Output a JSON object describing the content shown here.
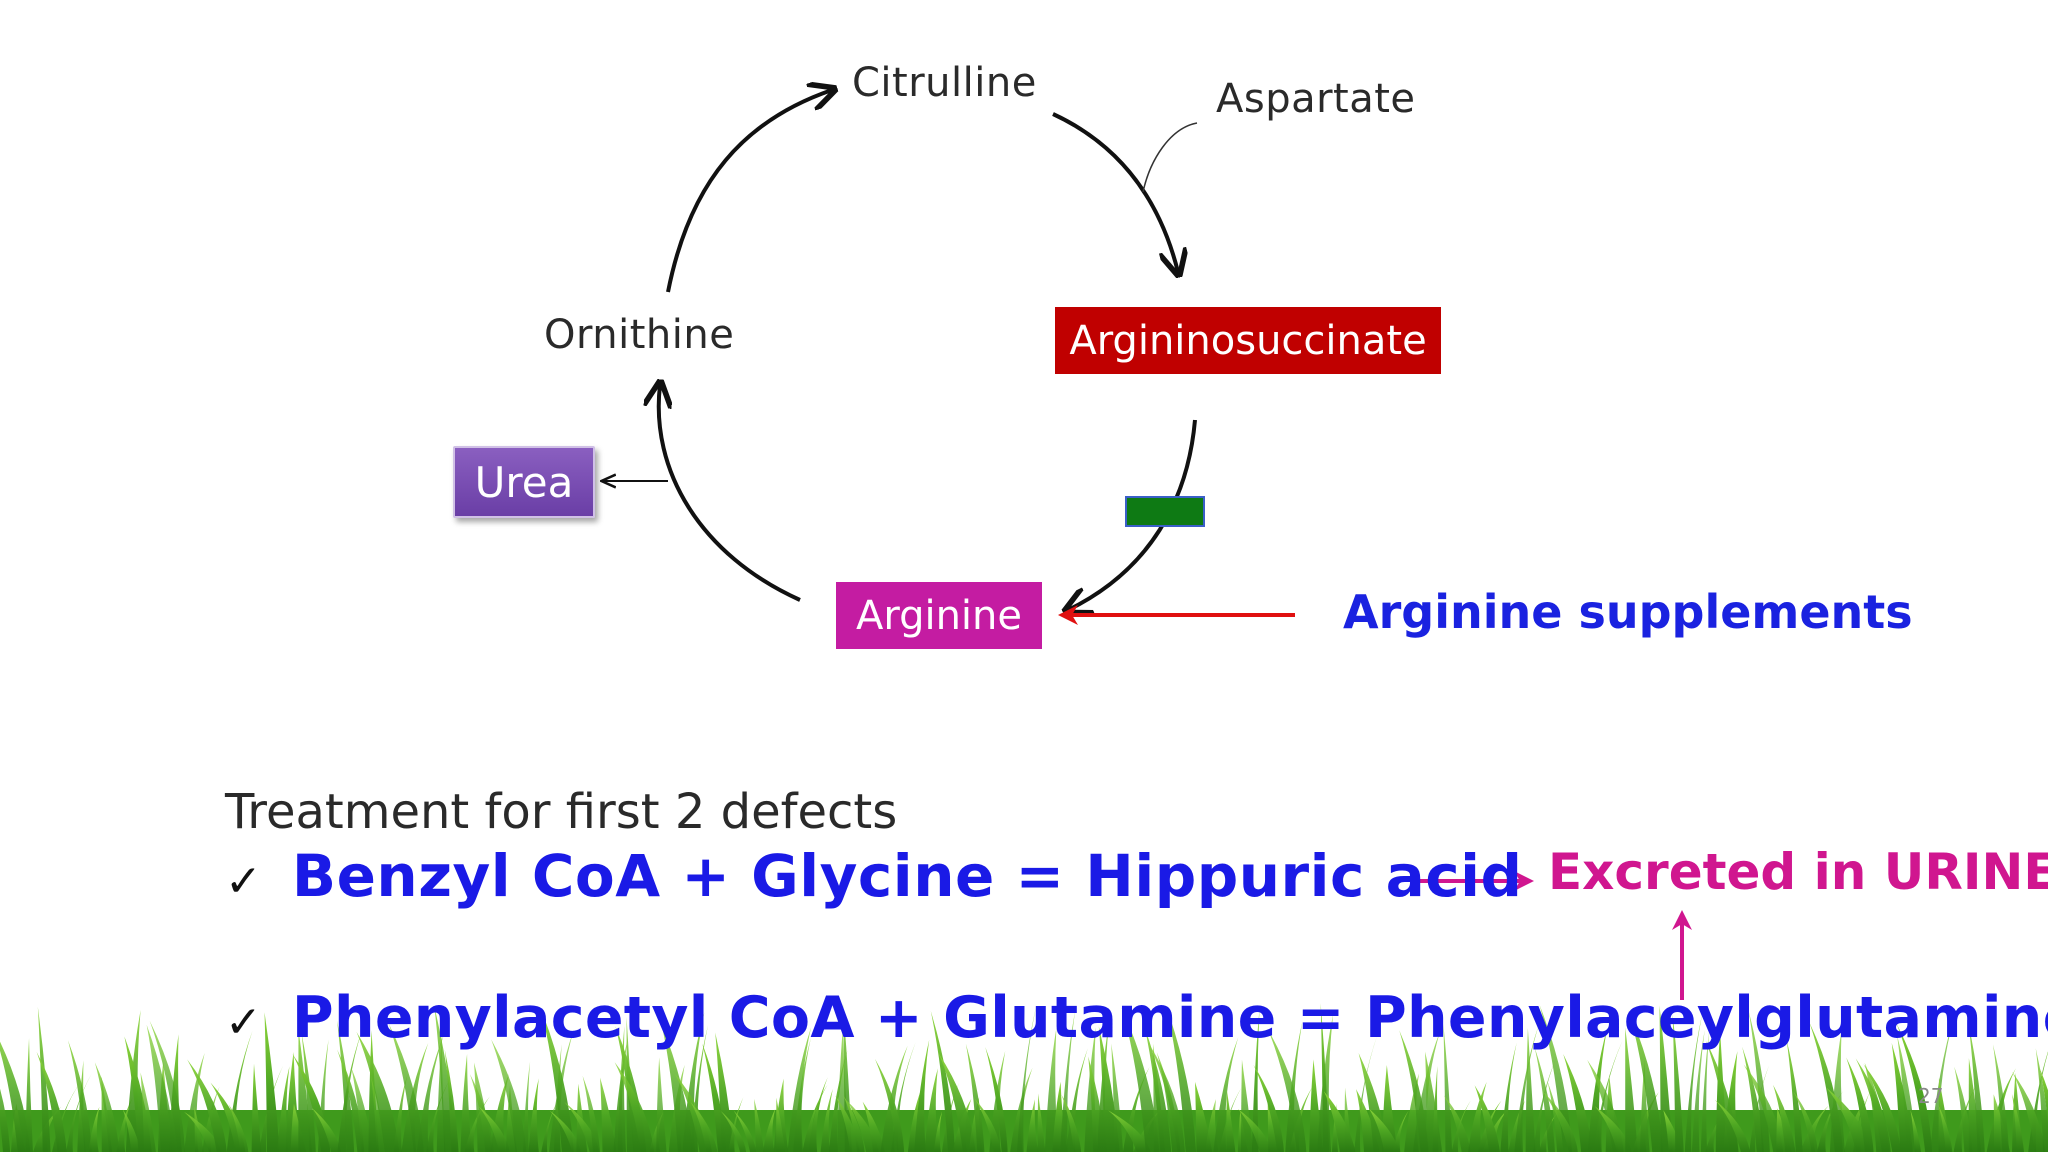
{
  "cycle": {
    "citrulline": "Citrulline",
    "aspartate": "Aspartate",
    "argininosuccinate": "Argininosuccinate",
    "ornithine": "Ornithine",
    "urea": "Urea",
    "arginine": "Arginine"
  },
  "supplement": "Arginine supplements",
  "treatment": {
    "title": "Treatment for  first  2 defects",
    "check_mark": "✓",
    "equation_1": "Benzyl CoA + Glycine = Hippuric acid",
    "equation_2": "Phenylacetyl CoA + Glutamine = Phenylaceylglutamine",
    "excreted": "Excreted in URINE"
  },
  "page_number": "27",
  "colors": {
    "argininosuccinate_box": "#c00000",
    "arginine_box": "#c41ca2",
    "urea_box": "#7a4fb3",
    "enzyme_block": "#0e7a14",
    "supplement_arrow": "#e01010",
    "equation_text": "#1a1ae6",
    "excreted_text": "#d0168f",
    "grass": "#3f9a1c"
  }
}
